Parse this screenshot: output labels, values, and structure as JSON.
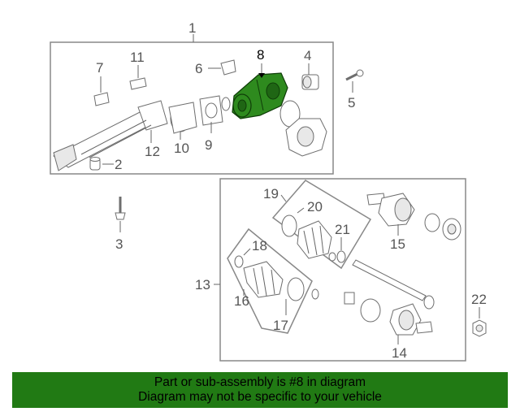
{
  "diagram": {
    "highlighted_part": "8",
    "callouts": {
      "c1": "1",
      "c2": "2",
      "c3": "3",
      "c4": "4",
      "c5": "5",
      "c6": "6",
      "c7": "7",
      "c8": "8",
      "c9": "9",
      "c10": "10",
      "c11": "11",
      "c12": "12",
      "c13": "13",
      "c14": "14",
      "c15": "15",
      "c16": "16",
      "c17": "17",
      "c18": "18",
      "c19": "19",
      "c20": "20",
      "c21": "21",
      "c22": "22"
    },
    "colors": {
      "highlight_fill": "#2e8a1e",
      "banner": "#217a14",
      "line": "#6e6e6e"
    }
  },
  "footer": {
    "line1": "Part or sub-assembly is #8 in diagram",
    "line2": "Diagram may not be specific to your vehicle"
  }
}
